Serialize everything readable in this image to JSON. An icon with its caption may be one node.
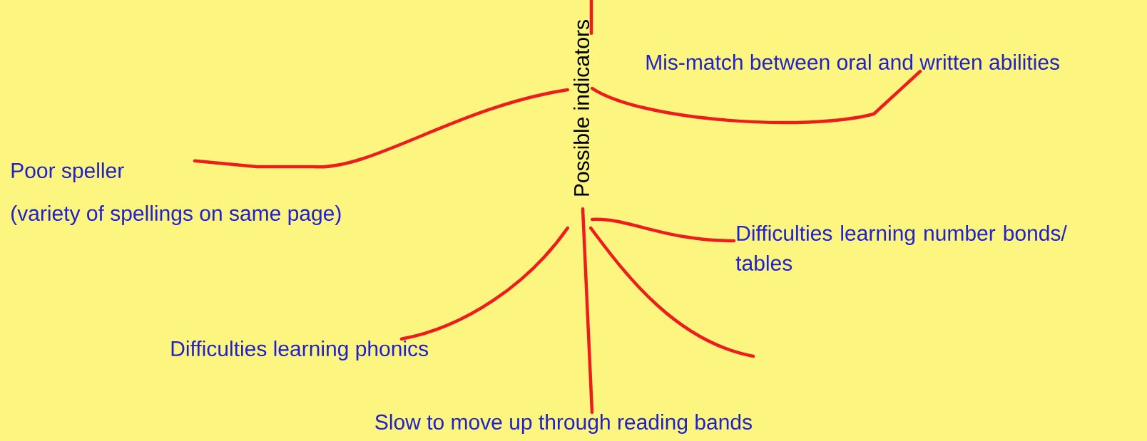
{
  "diagram": {
    "nodes": [
      {
        "text": [
          "Possible indicators"
        ]
      },
      {
        "text": [
          "Mis-match between oral and written abilities"
        ]
      },
      {
        "text": [
          "Poor speller",
          "(variety of spellings on same page)"
        ]
      },
      {
        "text": [
          "Difficulties learning number bonds/ tables"
        ]
      },
      {
        "text": [
          "Difficulties learning phonics"
        ]
      },
      {
        "text": [
          "Slow to move up through reading bands"
        ]
      }
    ],
    "edges": [
      {
        "from": 0,
        "to": 1,
        "arrow": "none"
      },
      {
        "from": 0,
        "to": 2,
        "arrow": "none"
      },
      {
        "from": 0,
        "to": 3,
        "arrow": "none"
      },
      {
        "from": 0,
        "to": 4,
        "arrow": "none"
      },
      {
        "from": 0,
        "to": 5,
        "arrow": "none"
      },
      {
        "from": 0,
        "to": null,
        "arrow": "none"
      },
      {
        "from": 0,
        "to": null,
        "arrow": "none"
      }
    ]
  }
}
